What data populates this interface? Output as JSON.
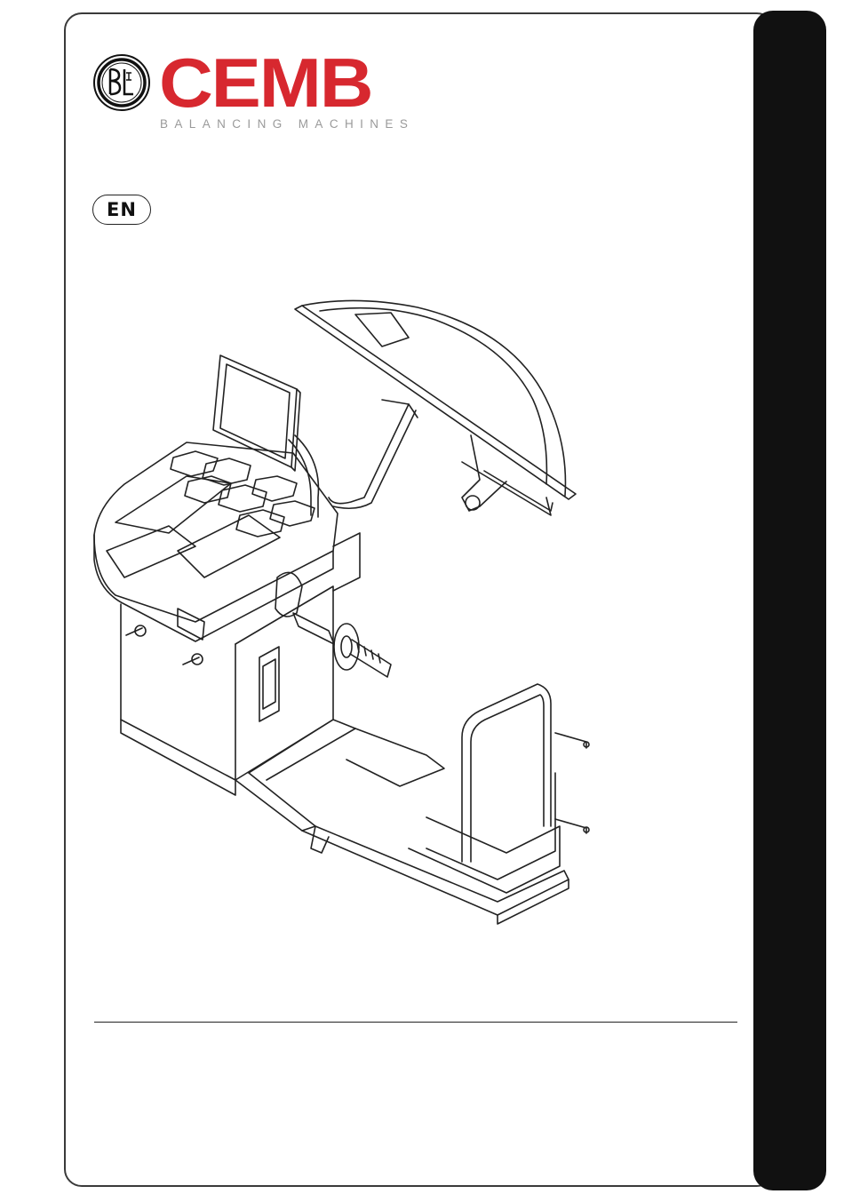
{
  "brand": {
    "name": "CEMB",
    "tagline": "BALANCING MACHINES",
    "seal_text": "BL",
    "color": "#d7282f"
  },
  "language_badge": "EN",
  "illustration": {
    "icon": "wheel-balancer-line-drawing"
  },
  "colors": {
    "side_tab": "#111111",
    "frame": "#3a3a3a"
  }
}
